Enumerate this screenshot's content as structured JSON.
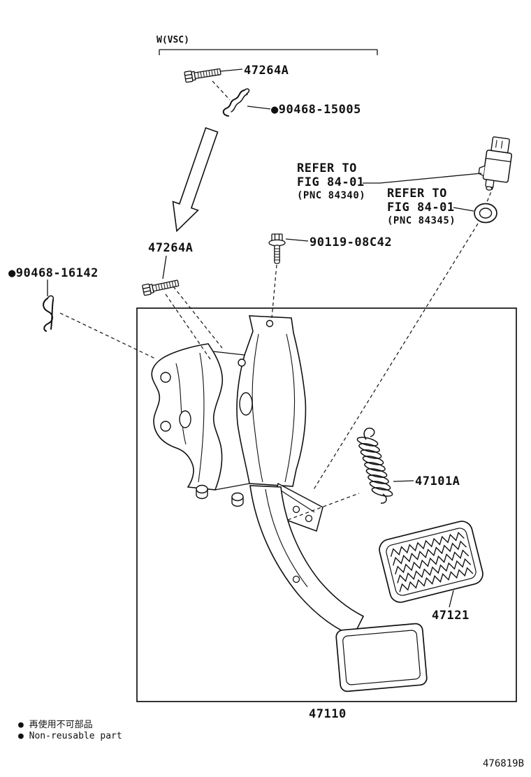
{
  "diagram": {
    "variant_label": "W(VSC)",
    "code": "476819B",
    "parts": {
      "bolt_top": "47264A",
      "clip_top": "●90468-15005",
      "bolt_left": "47264A",
      "clip_left": "●90468-16142",
      "bracket_bolt": "90119-08C42",
      "spring": "47101A",
      "pad": "47121",
      "assembly": "47110"
    },
    "references": [
      {
        "refer": "REFER TO",
        "fig": "FIG 84-01",
        "pnc": "(PNC 84340)"
      },
      {
        "refer": "REFER TO",
        "fig": "FIG 84-01",
        "pnc": "(PNC 84345)"
      }
    ],
    "legend": {
      "jp": "● 再使用不可部品",
      "en": "● Non-reusable part"
    }
  }
}
